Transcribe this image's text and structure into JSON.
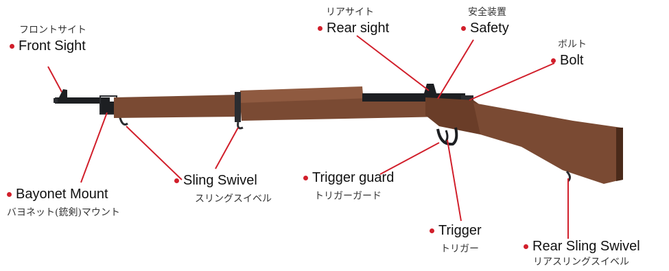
{
  "colors": {
    "leader": "#d11f2b",
    "wood_dark": "#5a3220",
    "wood_mid": "#7a4a33",
    "wood_light": "#8f5a40",
    "metal": "#1d1f22"
  },
  "labels": {
    "front_sight": {
      "en": "Front Sight",
      "jp": "フロントサイト"
    },
    "rear_sight": {
      "en": "Rear sight",
      "jp": "リアサイト"
    },
    "safety": {
      "en": "Safety",
      "jp": "安全装置"
    },
    "bolt": {
      "en": "Bolt",
      "jp": "ボルト"
    },
    "bayonet_mount": {
      "en": "Bayonet Mount",
      "jp": "バヨネット(銃剣)マウント"
    },
    "sling_swivel": {
      "en": "Sling Swivel",
      "jp": "スリングスイベル"
    },
    "trigger_guard": {
      "en": "Trigger guard",
      "jp": "トリガーガード"
    },
    "trigger": {
      "en": "Trigger",
      "jp": "トリガー"
    },
    "rear_sling_swivel": {
      "en": "Rear Sling Swivel",
      "jp": "リアスリングスイベル"
    }
  }
}
